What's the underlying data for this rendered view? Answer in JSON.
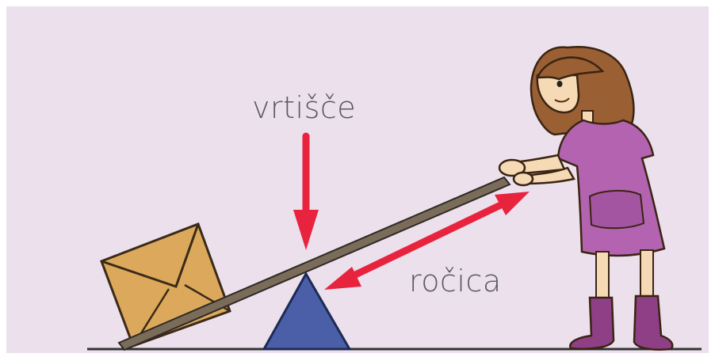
{
  "labels": {
    "fulcrum": "vrtišče",
    "lever_arm": "ročica"
  },
  "colors": {
    "background": "#ece0ec",
    "arrow": "#e8233e",
    "fulcrum": "#4a5fa8",
    "lever": "#7b6c5a",
    "envelope": "#dca95c",
    "dress": "#b363b0",
    "hair": "#9a5f33",
    "boots": "#8f3f86"
  },
  "icons": [
    "envelope-icon",
    "girl-figure",
    "fulcrum-triangle-icon",
    "down-arrow-icon",
    "double-arrow-icon"
  ]
}
